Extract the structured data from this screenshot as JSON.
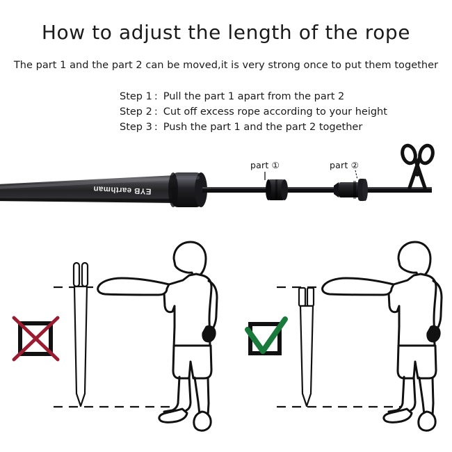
{
  "page": {
    "title": "How to adjust the length of the rope",
    "subtitle": "The part 1 and the part 2 can be moved,it is very strong once to put them together",
    "background_color": "#ffffff",
    "ink_color": "#1a1a1a"
  },
  "steps": [
    {
      "key": "Step 1",
      "separator": ":",
      "text": "Pull the part 1 apart from the part 2"
    },
    {
      "key": "Step 2",
      "separator": ":",
      "text": "Cut off excess rope according to your height"
    },
    {
      "key": "Step 3",
      "separator": ":",
      "text": "Push the part 1 and the part 2 together"
    }
  ],
  "pole_diagram": {
    "brand_text": "EYB earthman",
    "brand_orientation": "upside-down",
    "part1_label": "part ①",
    "part2_label": "part ②",
    "scissors_icon": "scissors-icon",
    "pole_color": "#2b2b2d",
    "cap_color": "#171718",
    "rope_color": "#141416"
  },
  "comparison": {
    "wrong": {
      "mark": "✗",
      "mark_color": "#9b1b30",
      "box_color": "#111111",
      "stake_label": "stake-too-long",
      "caption": ""
    },
    "correct": {
      "mark": "✓",
      "mark_color": "#1a7a3c",
      "box_color": "#111111",
      "stake_label": "stake-correct-length",
      "caption": ""
    },
    "guide_line_color": "#111111",
    "figure_line_color": "#111111"
  }
}
